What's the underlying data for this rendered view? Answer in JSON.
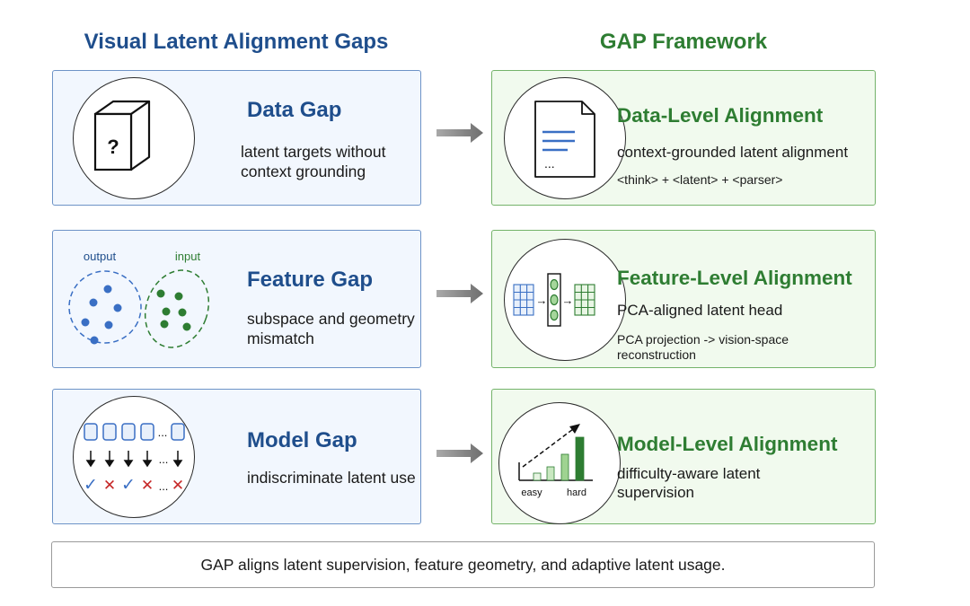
{
  "headers": {
    "left": "Visual Latent Alignment Gaps",
    "right": "GAP Framework"
  },
  "gaps": [
    {
      "title": "Data Gap",
      "desc": "latent targets without context grounding",
      "icon": "unknown-box-icon",
      "glyph": "?"
    },
    {
      "title": "Feature Gap",
      "desc": "subspace and geometry mismatch",
      "icon": "feature-clusters-icon",
      "output_label": "output",
      "input_label": "input"
    },
    {
      "title": "Model Gap",
      "desc": "indiscriminate latent use",
      "icon": "token-check-icon",
      "ellipsis": "...",
      "check": "✓",
      "cross": "✕"
    }
  ],
  "framework": [
    {
      "title": "Data-Level Alignment",
      "desc": "context-grounded latent alignment",
      "sub": "<think> + <latent> + <parser>",
      "icon": "document-icon",
      "doc_ellipsis": "..."
    },
    {
      "title": "Feature-Level Alignment",
      "desc": "PCA-aligned latent head",
      "sub": "PCA projection -> vision-space reconstruction",
      "icon": "projection-icon",
      "arrow_glyph": "→"
    },
    {
      "title": "Model-Level Alignment",
      "desc": "difficulty-aware latent supervision",
      "sub": "",
      "icon": "difficulty-bars-icon",
      "easy_label": "easy",
      "hard_label": "hard"
    }
  ],
  "footer": "GAP aligns latent supervision, feature geometry, and adaptive latent usage.",
  "colors": {
    "gap_blue": "#1f4e8c",
    "framework_green": "#2e7d32",
    "dot_blue": "#3a6fc4",
    "dot_green": "#2e7d32",
    "cross_red": "#c62828"
  }
}
